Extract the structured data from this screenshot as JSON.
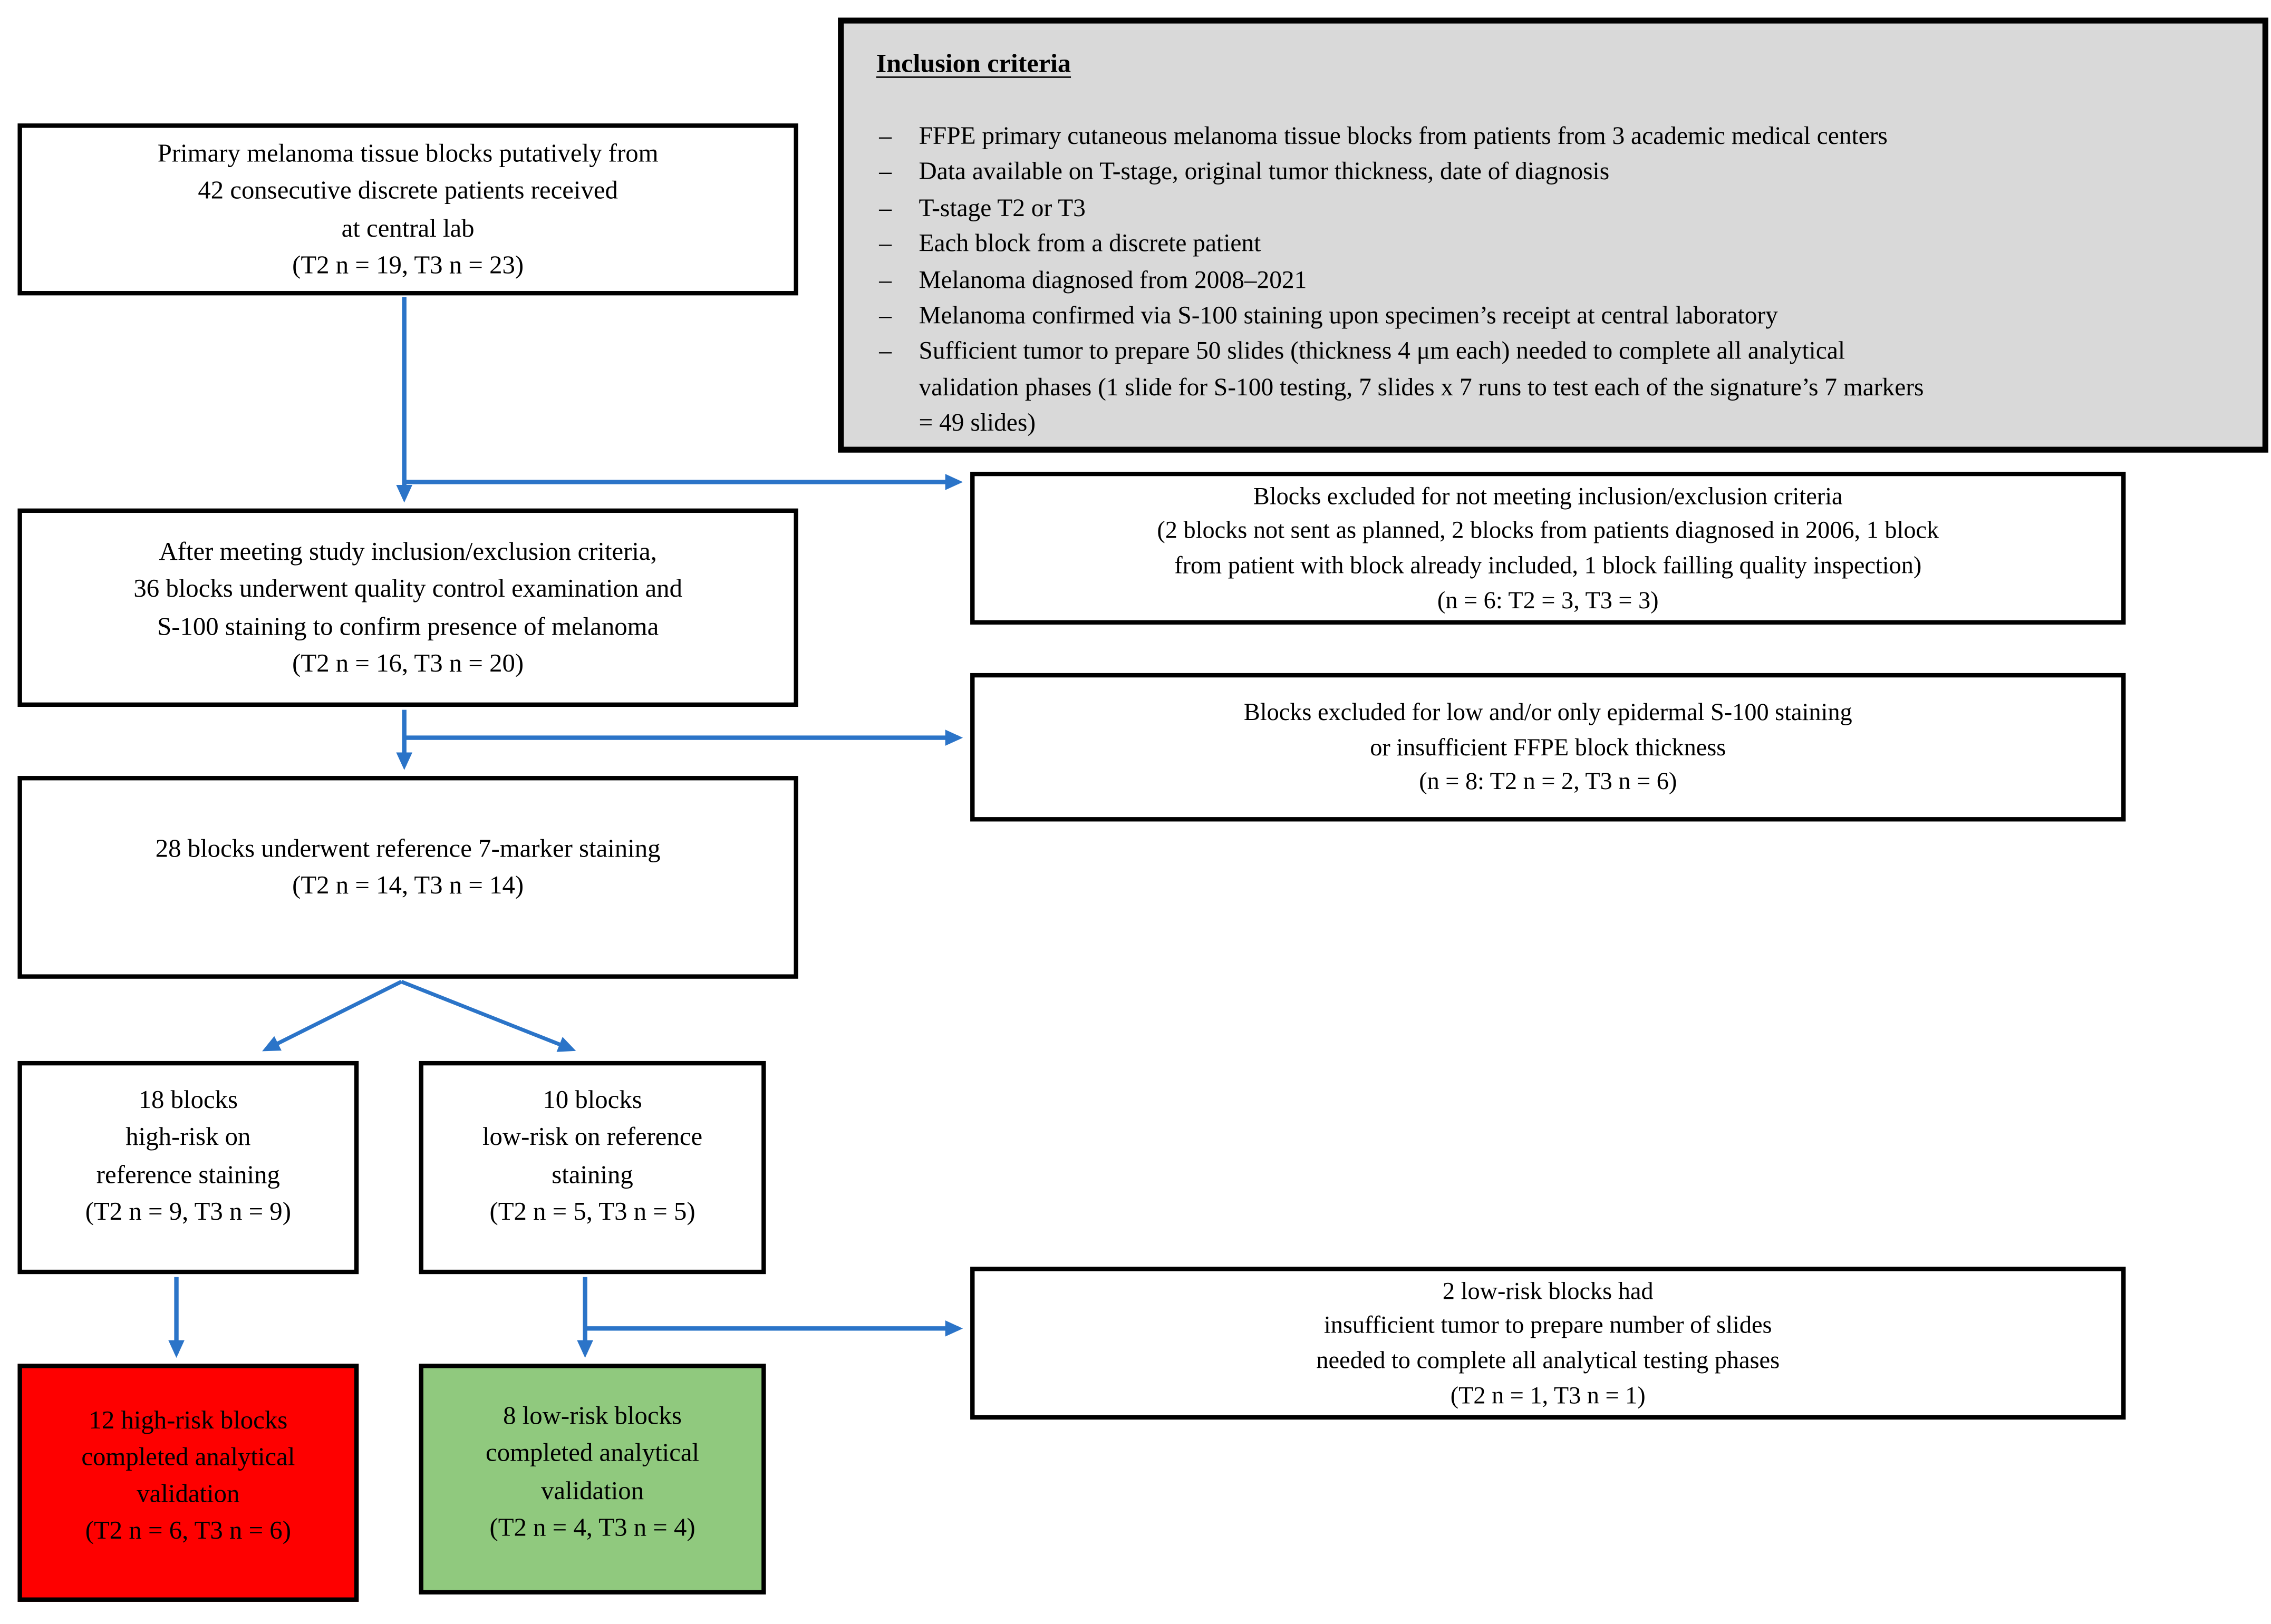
{
  "colors": {
    "arrow_blue": "#2B74C8",
    "box_border": "#000000",
    "inclusion_bg": "#D9D9D9",
    "high_risk_bg": "#FE0000",
    "low_risk_bg": "#90C97E"
  },
  "inclusion": {
    "title": "Inclusion criteria",
    "bullet_char": "–",
    "items": [
      "FFPE primary cutaneous melanoma tissue blocks from patients from 3 academic medical centers",
      "Data available on T-stage, original tumor thickness, date of diagnosis",
      "T-stage T2 or T3",
      "Each block from a discrete patient",
      "Melanoma diagnosed from 2008–2021",
      "Melanoma confirmed via S-100 staining upon specimen’s receipt at central laboratory",
      "Sufficient tumor to prepare 50 slides (thickness 4 μm each) needed to complete all analytical\nvalidation phases (1 slide for S-100 testing, 7 slides x 7 runs to test each of the signature’s 7 markers\n= 49 slides)"
    ]
  },
  "boxes": {
    "primary": {
      "text": "Primary melanoma tissue blocks putatively from\n42 consecutive discrete patients received\nat central lab\n(T2 n = 19, T3 n = 23)"
    },
    "after_criteria": {
      "text": "After meeting study inclusion/exclusion criteria,\n36 blocks underwent quality control examination and\nS-100 staining to confirm presence of melanoma\n(T2 n = 16, T3 n = 20)"
    },
    "excluded_criteria": {
      "text": "Blocks excluded for not meeting inclusion/exclusion criteria\n(2 blocks not sent as planned, 2 blocks from patients diagnosed in 2006, 1 block\nfrom patient with block already included, 1 block failling quality inspection)\n(n = 6: T2 = 3, T3 = 3)"
    },
    "excluded_s100": {
      "text": "Blocks excluded for low and/or only epidermal S-100 staining\nor insufficient FFPE block thickness\n(n = 8: T2 n = 2, T3 n = 6)"
    },
    "reference_staining": {
      "text": "28 blocks underwent reference 7-marker staining\n(T2 n = 14, T3 n = 14)"
    },
    "high_risk_18": {
      "text": "18 blocks\nhigh-risk on\nreference staining\n(T2 n = 9, T3 n = 9)"
    },
    "low_risk_10": {
      "text": "10 blocks\nlow-risk on reference\nstaining\n(T2 n = 5, T3 n = 5)"
    },
    "high_risk_completed": {
      "text": "12 high-risk blocks\ncompleted analytical\nvalidation\n(T2 n = 6, T3 n = 6)"
    },
    "low_risk_completed": {
      "text": "8 low-risk blocks\ncompleted analytical\nvalidation\n(T2 n = 4, T3 n = 4)"
    },
    "low_risk_insufficient": {
      "text": "2 low-risk blocks had\ninsufficient tumor to prepare number of slides\nneeded to complete all analytical testing phases\n(T2 n = 1, T3 n = 1)"
    }
  }
}
